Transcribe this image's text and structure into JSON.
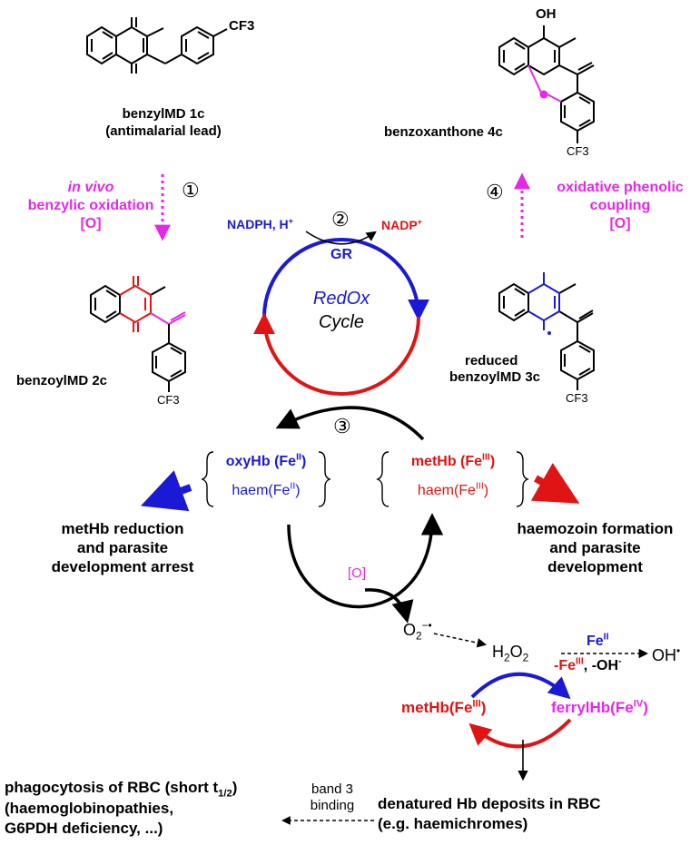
{
  "compounds": {
    "c1": {
      "cf3": "CF3",
      "name": "benzylMD 1c",
      "note": "(antimalarial lead)"
    },
    "c2": {
      "cf3": "CF3",
      "name": "benzoylMD 2c"
    },
    "c3": {
      "cf3": "CF3",
      "name_line1": "reduced",
      "name_line2": "benzoylMD 3c"
    },
    "c4": {
      "oh": "OH",
      "cf3": "CF3",
      "name": "benzoxanthone 4c"
    }
  },
  "steps": {
    "s1": {
      "num": "①",
      "line1": "in vivo",
      "line2": "benzylic oxidation",
      "line3": "[O]"
    },
    "s2": {
      "num": "②",
      "reactant_base": "NADPH, H",
      "reactant_sup": "+",
      "product_base": "NADP",
      "product_sup": "+",
      "enzyme": "GR"
    },
    "s3": {
      "num": "③"
    },
    "s4": {
      "num": "④",
      "line1": "oxidative phenolic",
      "line2": "coupling",
      "line3": "[O]"
    }
  },
  "cycle": {
    "line1": "RedOx",
    "line2": "Cycle"
  },
  "hb_left": {
    "top_base": "oxyHb (Fe",
    "top_sup": "II",
    "top_end": ")",
    "bottom_base": "haem(Fe",
    "bottom_sup": "II",
    "bottom_end": ")"
  },
  "hb_right": {
    "top_base": "metHb (Fe",
    "top_sup": "III",
    "top_end": ")",
    "bottom_base": "haem(Fe",
    "bottom_sup": "III",
    "bottom_end": ")"
  },
  "outcomes": {
    "left_line1": "metHb reduction",
    "left_line2": "and parasite",
    "left_line3": "development arrest",
    "right_line1": "haemozoin formation",
    "right_line2": "and parasite",
    "right_line3": "development"
  },
  "ros": {
    "o_label": "[O]",
    "superoxide_base": "O",
    "superoxide_sub": "2",
    "superoxide_sup": "−•",
    "peroxide_a": "H",
    "peroxide_sub1": "2",
    "peroxide_b": "O",
    "peroxide_sub2": "2",
    "hydroxyl": "OH",
    "fe2_base": "Fe",
    "fe2_sup": "II",
    "fe3_base": "-Fe",
    "fe3_sup": "III",
    "fe3_rest": ", -OH",
    "fe3_sup2": "-",
    "methb_base": "metHb(Fe",
    "methb_sup": "III",
    "methb_end": ")",
    "ferryl_base": "ferrylHb(Fe",
    "ferryl_sup": "IV",
    "ferryl_end": ")"
  },
  "consequences": {
    "deposits_line1": "denatured Hb deposits in RBC",
    "deposits_line2": "(e.g. haemichromes)",
    "band3_line1": "band 3",
    "band3_line2": "binding",
    "phago_base": "phagocytosis of RBC (short t",
    "phago_sub": "1/2",
    "phago_end": ")",
    "phago_line2": "(haemoglobinopathies,",
    "phago_line3": "G6PDH deficiency, ...)"
  },
  "colors": {
    "magenta": "#e628e6",
    "blue": "#1a1ad6",
    "red": "#e01414",
    "black": "#000000"
  }
}
